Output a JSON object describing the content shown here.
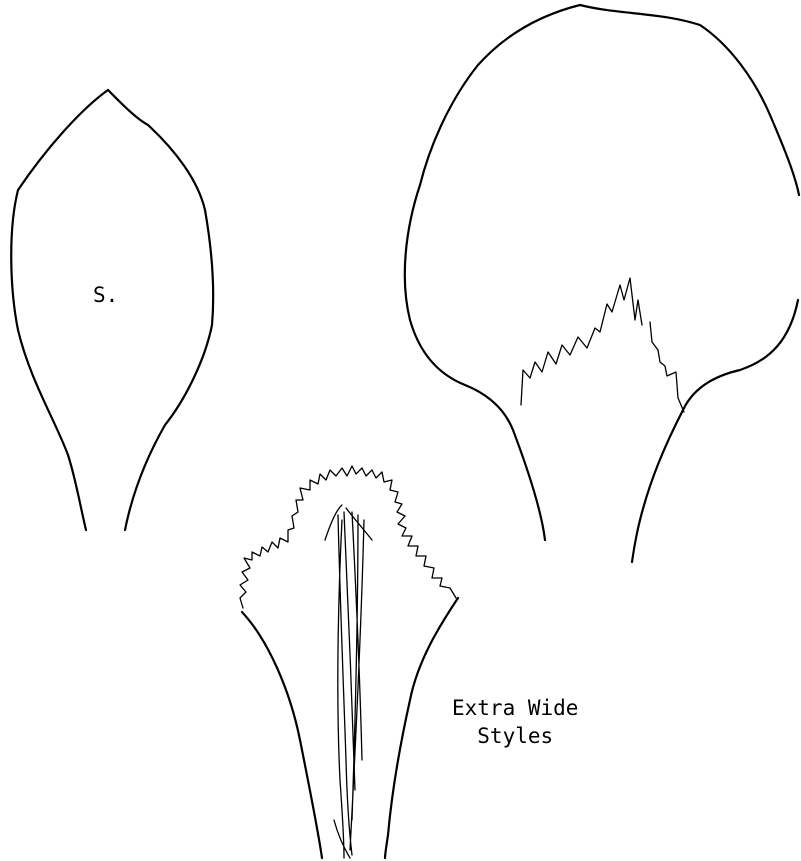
{
  "sepal": {
    "label": "S."
  },
  "caption": {
    "line1": "Extra Wide",
    "line2": "Styles"
  },
  "colors": {
    "ink": "#000000",
    "paper": "#ffffff"
  }
}
